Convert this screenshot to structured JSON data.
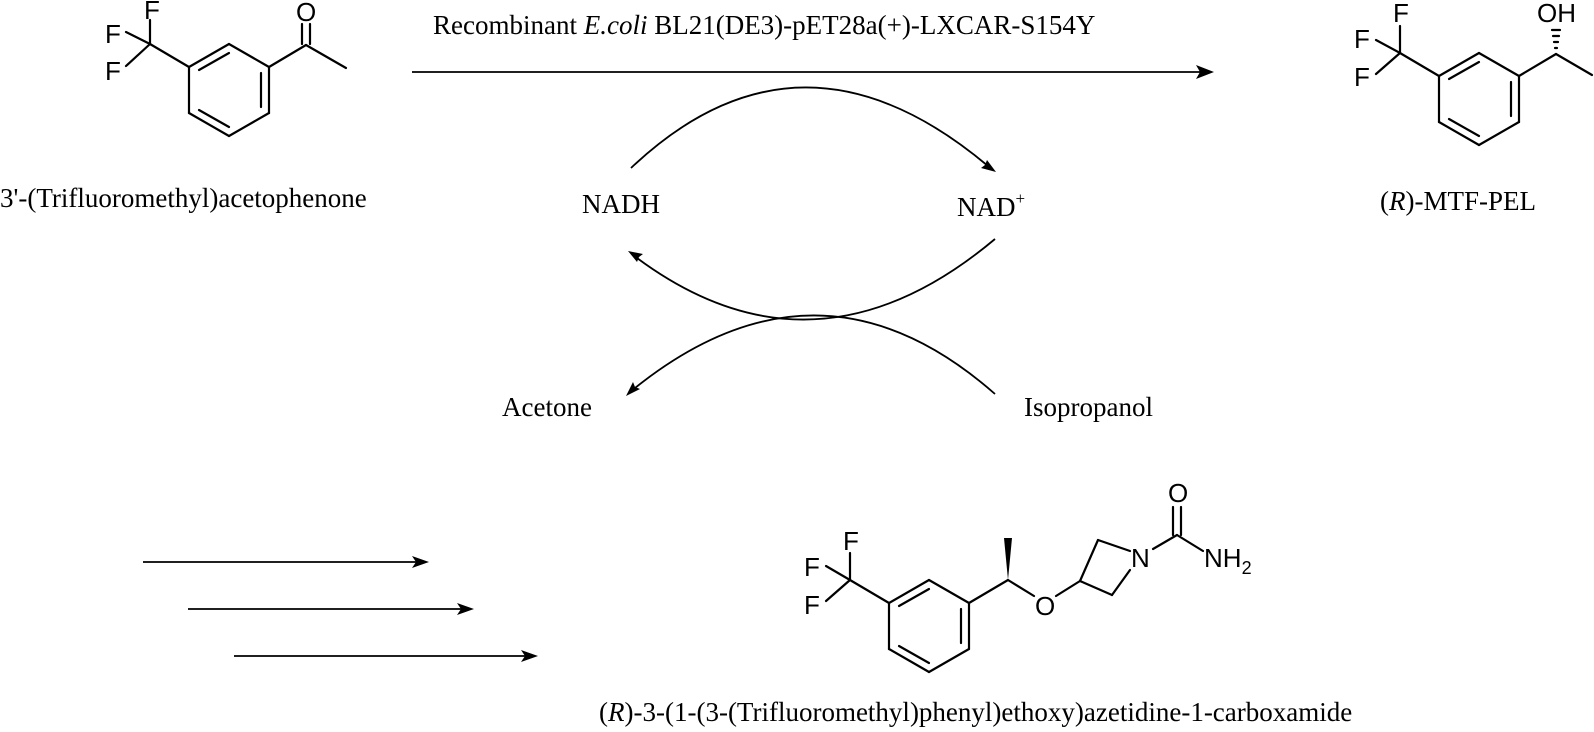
{
  "reaction": {
    "reagent_line": {
      "prefix": "Recombinant ",
      "organism": "E.coli",
      "suffix": " BL21(DE3)-pET28a(+)-LXCAR-S154Y"
    },
    "cofactor_cycle": {
      "reduced": "NADH",
      "oxidized_base": "NAD",
      "oxidized_charge": "+"
    },
    "cosubstrate_cycle": {
      "product": "Acetone",
      "substrate": "Isopropanol"
    }
  },
  "compounds": {
    "starting_material": {
      "name": "3'-(Trifluoromethyl)acetophenone",
      "atoms": {
        "f1": "F",
        "f2": "F",
        "f3": "F",
        "o": "O"
      }
    },
    "intermediate": {
      "name_prefix": "(",
      "name_stereo": "R",
      "name_suffix": ")-MTF-PEL",
      "atoms": {
        "f1": "F",
        "f2": "F",
        "f3": "F",
        "oh": "OH"
      }
    },
    "final_product": {
      "name_prefix": "(",
      "name_stereo": "R",
      "name_suffix": ")-3-(1-(3-(Trifluoromethyl)phenyl)ethoxy)azetidine-1-carboxamide",
      "atoms": {
        "f1": "F",
        "f2": "F",
        "f3": "F",
        "o_ether": "O",
        "n_ring": "N",
        "o_carbonyl": "O",
        "nh2": "NH",
        "nh2_sub": "2"
      }
    }
  }
}
